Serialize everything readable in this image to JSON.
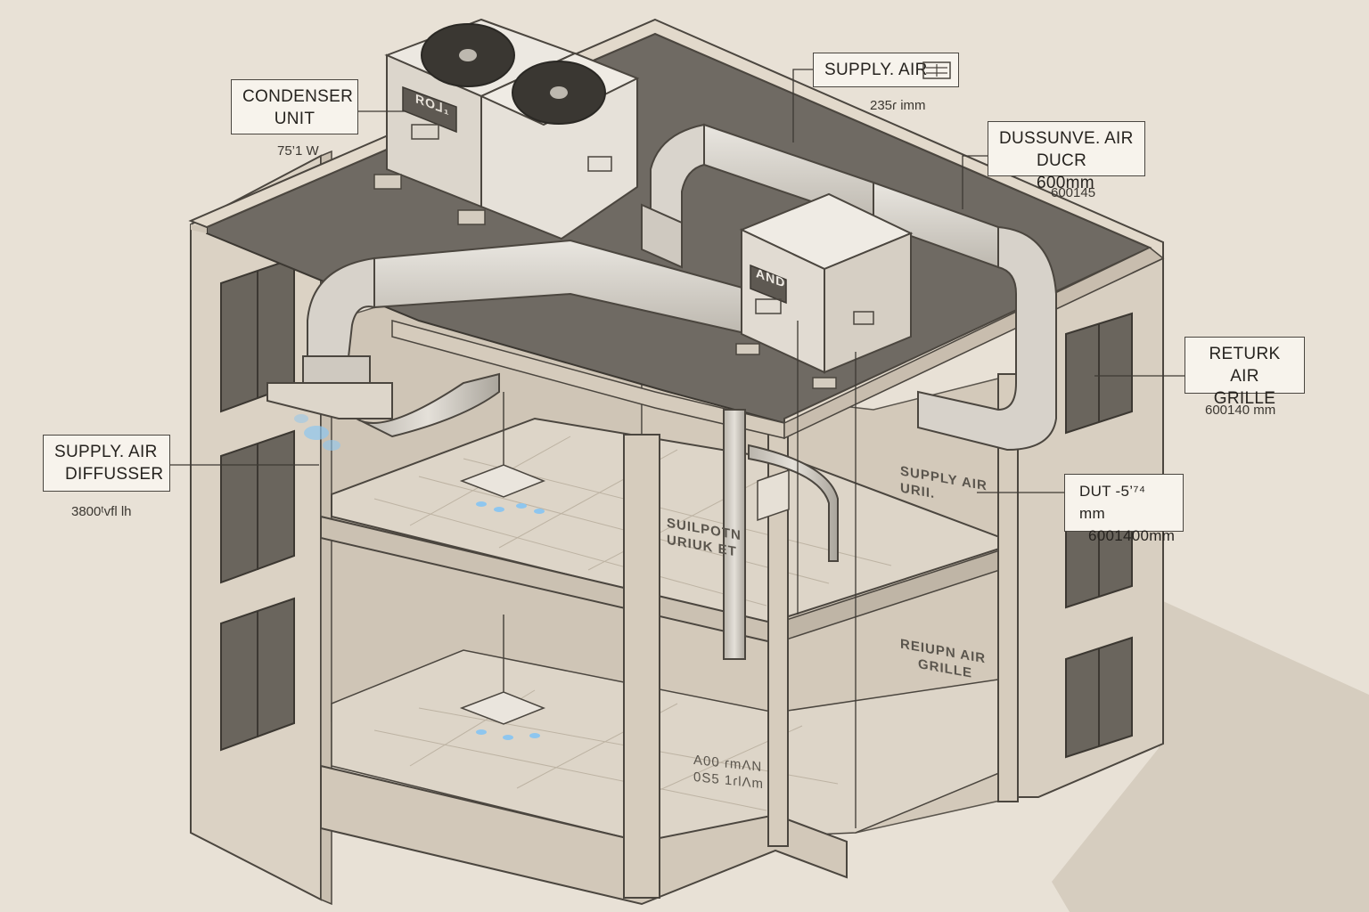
{
  "callouts": {
    "condenser": {
      "line1": "CONDENSER",
      "line2": "UNIT",
      "dim": "75’1 W"
    },
    "supply_air_top": {
      "line1": "SUPPLY. AIR",
      "dim": "235ɾ imm"
    },
    "duct": {
      "line1": "DUSSUNVE. AIR",
      "line2": "DUCR 600mm",
      "dim": "600145"
    },
    "return_grille": {
      "line1": "RETURK AIR",
      "line2": "GRILLE",
      "dim": "600140 mm"
    },
    "diffuser": {
      "line1": "SUPPLY. AIR",
      "line2": "DIFFUSSER",
      "dim": "3800ᵗvfl lh"
    },
    "dut": {
      "line1": "DUT -5’⁷⁴ mm",
      "line2": "6001400mm"
    }
  },
  "equipment": {
    "condenser_badge": "RO⅃₁",
    "ahu_badge": "AND"
  },
  "wall_text": {
    "supply_air_unit": {
      "line1": "SUPPLY AIR",
      "line2": "URII."
    },
    "center_wall": {
      "line1": "SUILPOTN",
      "line2": "URIUK ET"
    },
    "return_wall": {
      "line1": "REIUPN AIR",
      "line2": "GRILLE"
    },
    "floor_dim": {
      "line1": "A00 ɾmɅN",
      "line2": "0S5 1ɾlɅm"
    }
  },
  "colors": {
    "background": "#e8e1d6",
    "wall": "#d9cfc0",
    "roof": "#6f6a63",
    "duct": "#cfcac2",
    "airflow": "#8ec6ef"
  }
}
